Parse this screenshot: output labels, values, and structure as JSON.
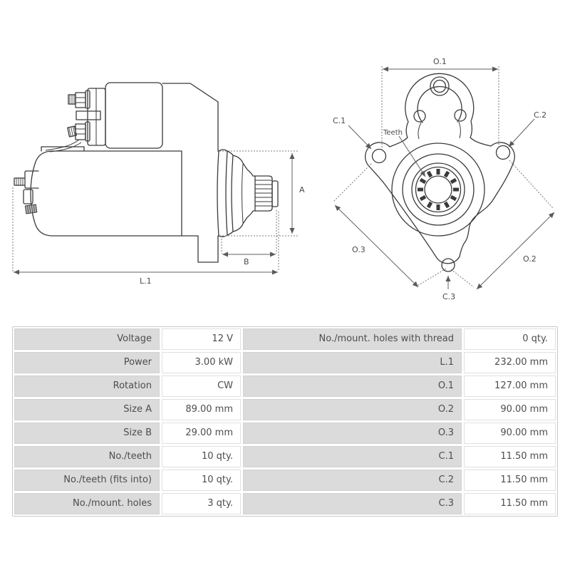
{
  "diagram": {
    "side_view": {
      "labels": {
        "a": "A",
        "b": "B",
        "l1": "L.1"
      }
    },
    "front_view": {
      "labels": {
        "o1": "O.1",
        "o2": "O.2",
        "o3": "O.3",
        "c1": "C.1",
        "c2": "C.2",
        "c3": "C.3",
        "teeth": "Teeth"
      }
    },
    "colors": {
      "drawing_line": "#3a3a3a",
      "dimension_line": "#616161",
      "label_text": "#4a4a4a"
    }
  },
  "spec_table": {
    "colors": {
      "label_bg": "#dbdbdb",
      "value_bg": "#ffffff",
      "text": "#4d4d4d",
      "border": "#c8c8c8"
    },
    "rows": [
      {
        "c1": "Voltage",
        "c2": "12 V",
        "c3": "No./mount. holes with thread",
        "c4": "0 qty."
      },
      {
        "c1": "Power",
        "c2": "3.00 kW",
        "c3": "L.1",
        "c4": "232.00 mm"
      },
      {
        "c1": "Rotation",
        "c2": "CW",
        "c3": "O.1",
        "c4": "127.00 mm"
      },
      {
        "c1": "Size A",
        "c2": "89.00 mm",
        "c3": "O.2",
        "c4": "90.00 mm"
      },
      {
        "c1": "Size B",
        "c2": "29.00 mm",
        "c3": "O.3",
        "c4": "90.00 mm"
      },
      {
        "c1": "No./teeth",
        "c2": "10 qty.",
        "c3": "C.1",
        "c4": "11.50 mm"
      },
      {
        "c1": "No./teeth (fits into)",
        "c2": "10 qty.",
        "c3": "C.2",
        "c4": "11.50 mm"
      },
      {
        "c1": "No./mount. holes",
        "c2": "3 qty.",
        "c3": "C.3",
        "c4": "11.50 mm"
      }
    ]
  }
}
